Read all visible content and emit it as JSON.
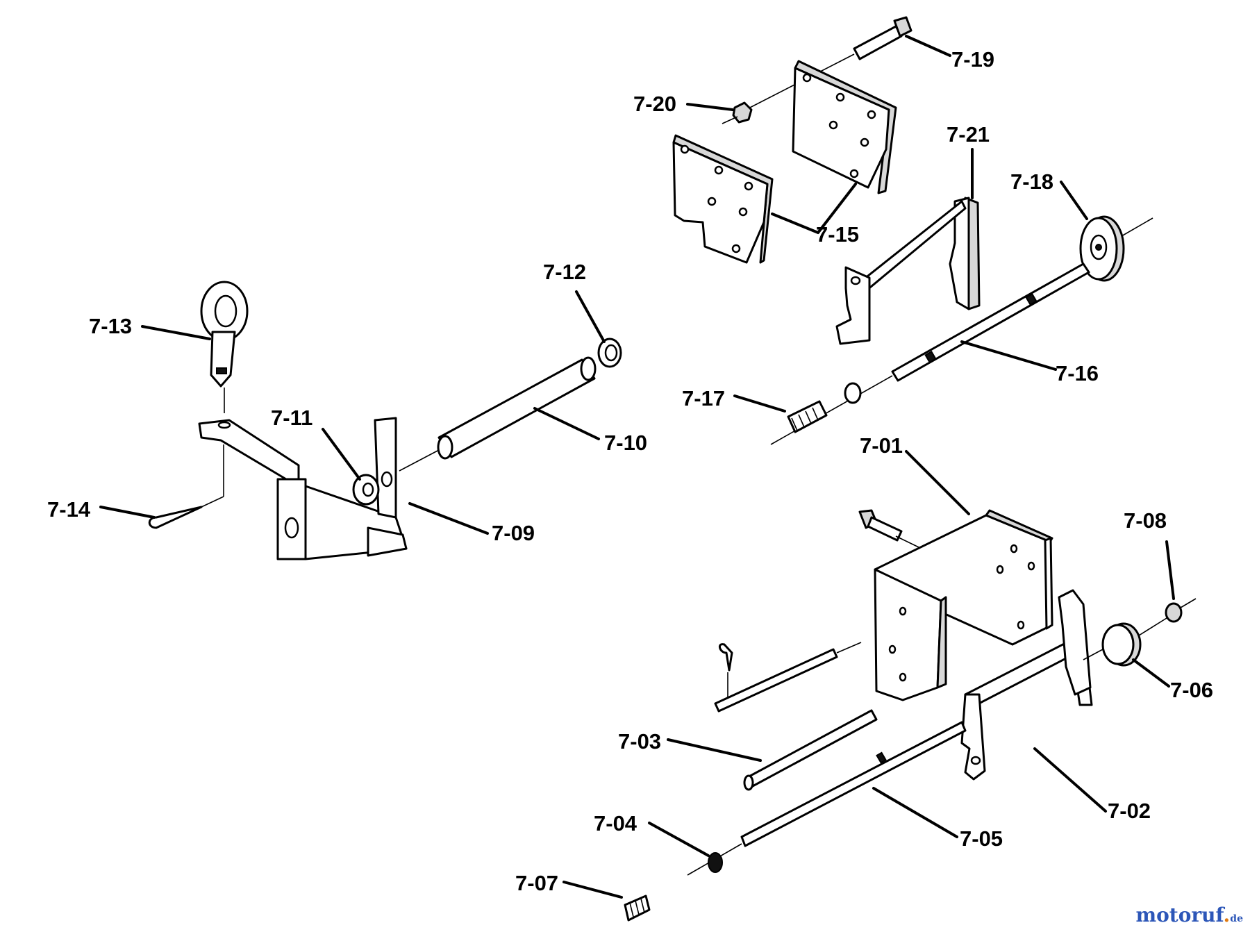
{
  "labels": {
    "p701": "7-01",
    "p702": "7-02",
    "p703": "7-03",
    "p704": "7-04",
    "p705": "7-05",
    "p706": "7-06",
    "p707": "7-07",
    "p708": "7-08",
    "p709": "7-09",
    "p710": "7-10",
    "p711": "7-11",
    "p712": "7-12",
    "p713": "7-13",
    "p714": "7-14",
    "p715": "7-15",
    "p716": "7-16",
    "p717": "7-17",
    "p718": "7-18",
    "p719": "7-19",
    "p720": "7-20",
    "p721": "7-21"
  },
  "watermark": {
    "main": "motoruf",
    "dot": ".",
    "suffix": "de"
  }
}
